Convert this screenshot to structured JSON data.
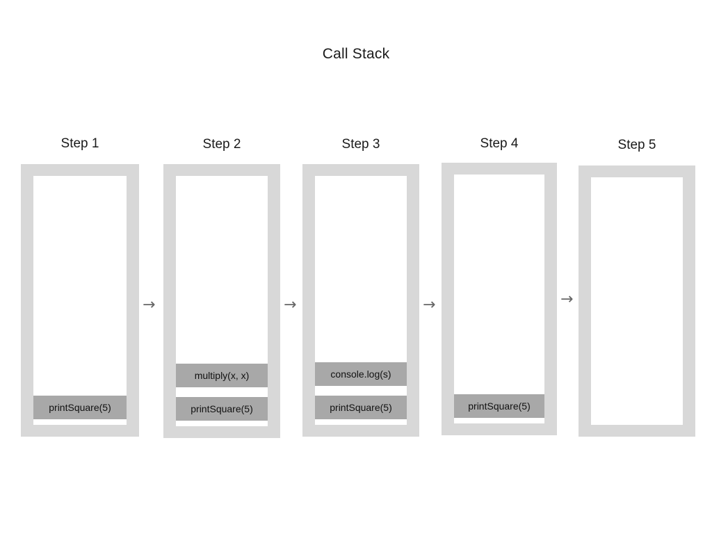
{
  "diagram": {
    "title": "Call Stack",
    "type": "call-stack-sequence",
    "frame_color": "#a8a8a8",
    "container_color": "#d8d8d8",
    "arrow_color": "#666666",
    "arrow_glyph": "→",
    "steps": [
      {
        "label": "Step 1",
        "frames": [
          "printSquare(5)"
        ]
      },
      {
        "label": "Step 2",
        "frames": [
          "multiply(x, x)",
          "printSquare(5)"
        ]
      },
      {
        "label": "Step 3",
        "frames": [
          "console.log(s)",
          "printSquare(5)"
        ]
      },
      {
        "label": "Step 4",
        "frames": [
          "printSquare(5)"
        ]
      },
      {
        "label": "Step 5",
        "frames": []
      }
    ],
    "arrows": [
      "→",
      "→",
      "→",
      "→"
    ]
  }
}
